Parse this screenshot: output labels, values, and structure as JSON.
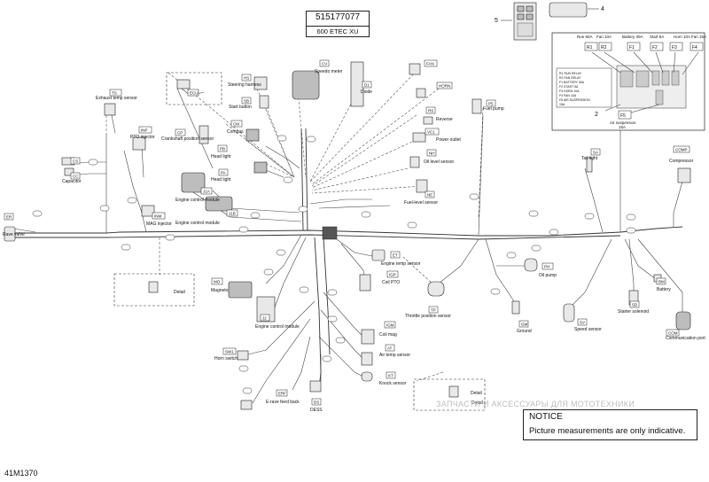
{
  "title": {
    "part_number": "515177077",
    "model": "600 ETEC XU"
  },
  "figure_code": "41M1370",
  "notice": {
    "title": "NOTICE",
    "text": "Picture measurements are only indicative."
  },
  "watermark": "ЗАПЧАСТИ И АКСЕССУАРЫ ДЛЯ МОТОТЕХНИКИ",
  "callouts": {
    "label_4": "4",
    "label_5": "5",
    "label_2": "2"
  },
  "fuse_box": {
    "slots": [
      {
        "code": "R1",
        "name": "Run 50A"
      },
      {
        "code": "R2",
        "name": "Fan 10A"
      },
      {
        "code": "F1",
        "name": "Battery 30A"
      },
      {
        "code": "F2",
        "name": "Start 5A"
      },
      {
        "code": "F3",
        "name": "Horn 10A"
      },
      {
        "code": "F4",
        "name": "Fan 15A"
      }
    ],
    "f5": {
      "code": "F5",
      "name": "Air suspension",
      "rating": "15A"
    },
    "legend_lines": [
      "R1 RUN RELAY",
      "R2 FAN RELAY",
      "F1 BATTERY 30A",
      "F2 START 5A",
      "F3 HORN 10A",
      "F4 FAN 15A",
      "F5 AIR SUSPENSION",
      "15A"
    ]
  },
  "components": [
    {
      "code": "TS",
      "name": "Exhaust temp sensor"
    },
    {
      "code": "INP",
      "name": "PTO injector"
    },
    {
      "code": "CC",
      "name": ""
    },
    {
      "code": "CS",
      "name": "Capacitor"
    },
    {
      "code": "ER",
      "name": "Rave valve"
    },
    {
      "code": "INM",
      "name": "MAG injector"
    },
    {
      "code": "HS",
      "name": "Steering harness"
    },
    {
      "code": "SB",
      "name": "Start button"
    },
    {
      "code": "CM",
      "name": "Compas"
    },
    {
      "code": "CP",
      "name": "Crankshaft position sensor"
    },
    {
      "code": "PB",
      "name": "Head light"
    },
    {
      "code": "PA",
      "name": "Head light"
    },
    {
      "code": "J1A",
      "name": "Engine control module"
    },
    {
      "code": "J1B",
      "name": "Engine control module"
    },
    {
      "code": "CV",
      "name": "Speedo meter"
    },
    {
      "code": "D1",
      "name": "Diode"
    },
    {
      "code": "FAN",
      "name": ""
    },
    {
      "code": "HORN",
      "name": ""
    },
    {
      "code": "RS",
      "name": "Reverse"
    },
    {
      "code": "VC1",
      "name": "Power outlet"
    },
    {
      "code": "NH",
      "name": "Oil level sensor"
    },
    {
      "code": "NE",
      "name": "Fuel-level sensor"
    },
    {
      "code": "P5",
      "name": "Fuel pump"
    },
    {
      "code": "SA",
      "name": "Tail light"
    },
    {
      "code": "COMP",
      "name": "Compressor"
    },
    {
      "code": "ET",
      "name": "Engine temp sensor"
    },
    {
      "code": "IGP",
      "name": "Coil PTO"
    },
    {
      "code": "MO",
      "name": "Magneto"
    },
    {
      "code": "J2",
      "name": "Engine control module"
    },
    {
      "code": "PH",
      "name": "Oil pump"
    },
    {
      "code": "BM",
      "name": "Battery"
    },
    {
      "code": "SD",
      "name": "Starter solenoid"
    },
    {
      "code": "TP",
      "name": "Throttle position sensor"
    },
    {
      "code": "GM",
      "name": "Ground"
    },
    {
      "code": "SV",
      "name": "Speed sensor"
    },
    {
      "code": "COM",
      "name": "Communication port"
    },
    {
      "code": "IGM",
      "name": "Coil mag"
    },
    {
      "code": "AT",
      "name": "Air temp sensor"
    },
    {
      "code": "KT",
      "name": "Knock sensor"
    },
    {
      "code": "SW1",
      "name": "Horn switch"
    },
    {
      "code": "ERF",
      "name": "E-rave feed back"
    },
    {
      "code": "DS",
      "name": "DESS"
    },
    {
      "code": "ECU",
      "name": ""
    }
  ],
  "detail_labels": [
    "Detail",
    "Detail",
    "Detail"
  ]
}
